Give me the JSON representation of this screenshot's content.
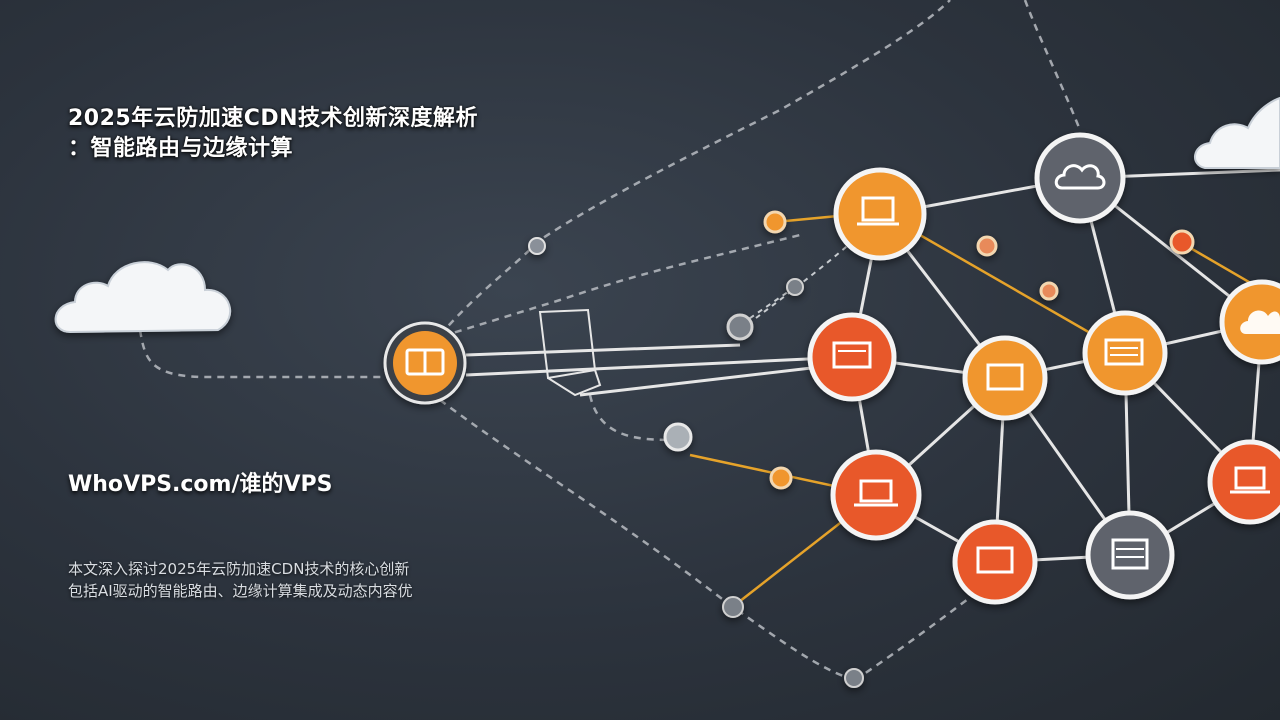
{
  "title": {
    "line1": "2025年云防加速CDN技术创新深度解析",
    "line2": "：智能路由与边缘计算"
  },
  "site": "WhoVPS.com/谁的VPS",
  "description": {
    "line1": "本文深入探讨2025年云防加速CDN技术的核心创新",
    "line2": "包括AI驱动的智能路由、边缘计算集成及动态内容优"
  },
  "colors": {
    "background": "#2c333d",
    "node_orange": "#f0962e",
    "node_red_orange": "#e8582a",
    "node_gray": "#5e646c",
    "link_white": "#e8e8e8",
    "link_yellow": "#e6a32a"
  },
  "icons": [
    "cloud-icon",
    "laptop-icon",
    "monitor-icon",
    "server-icon",
    "network-node-icon"
  ]
}
